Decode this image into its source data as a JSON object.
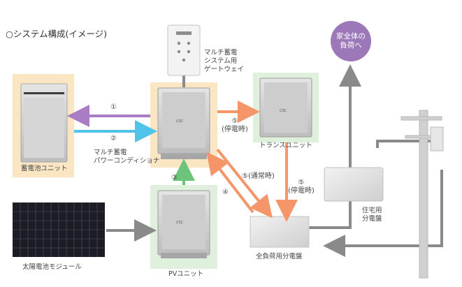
{
  "title": "○システム構成(イメージ)",
  "labels": {
    "gateway": "マルチ蓄電\nシステム用\nゲートウェイ",
    "storage": "蓄電池ユニット",
    "pcs": "マルチ蓄電\nパワーコンディショナ",
    "trans": "トランスユニット",
    "pv_unit": "PVユニット",
    "solar": "太陽電池モジュール",
    "home_panel": "住宅用\n分電盤",
    "full_load_panel": "全負荷用分電盤",
    "whole_home": "家全体の\n負荷へ",
    "unit_logo": "CSC"
  },
  "flows": {
    "f1": "①",
    "f2": "②",
    "f3": "③",
    "f4": "④",
    "f5_outage_a": "⑤\n(停電時)",
    "f5_normal": "⑤(通常時)",
    "f5_outage_b": "⑤\n(停電時)"
  },
  "colors": {
    "storage_bg": "#fbe6c4",
    "pcs_bg": "#fbe6c4",
    "trans_bg": "#dff0dc",
    "pv_bg": "#dff0dc",
    "arrow_purple": "#a97cc4",
    "arrow_cyan": "#4fc3e8",
    "arrow_green": "#6cc47a",
    "arrow_orange": "#f4966a",
    "bubble": "#9c78b8",
    "grey_line": "#8a8a8a"
  }
}
